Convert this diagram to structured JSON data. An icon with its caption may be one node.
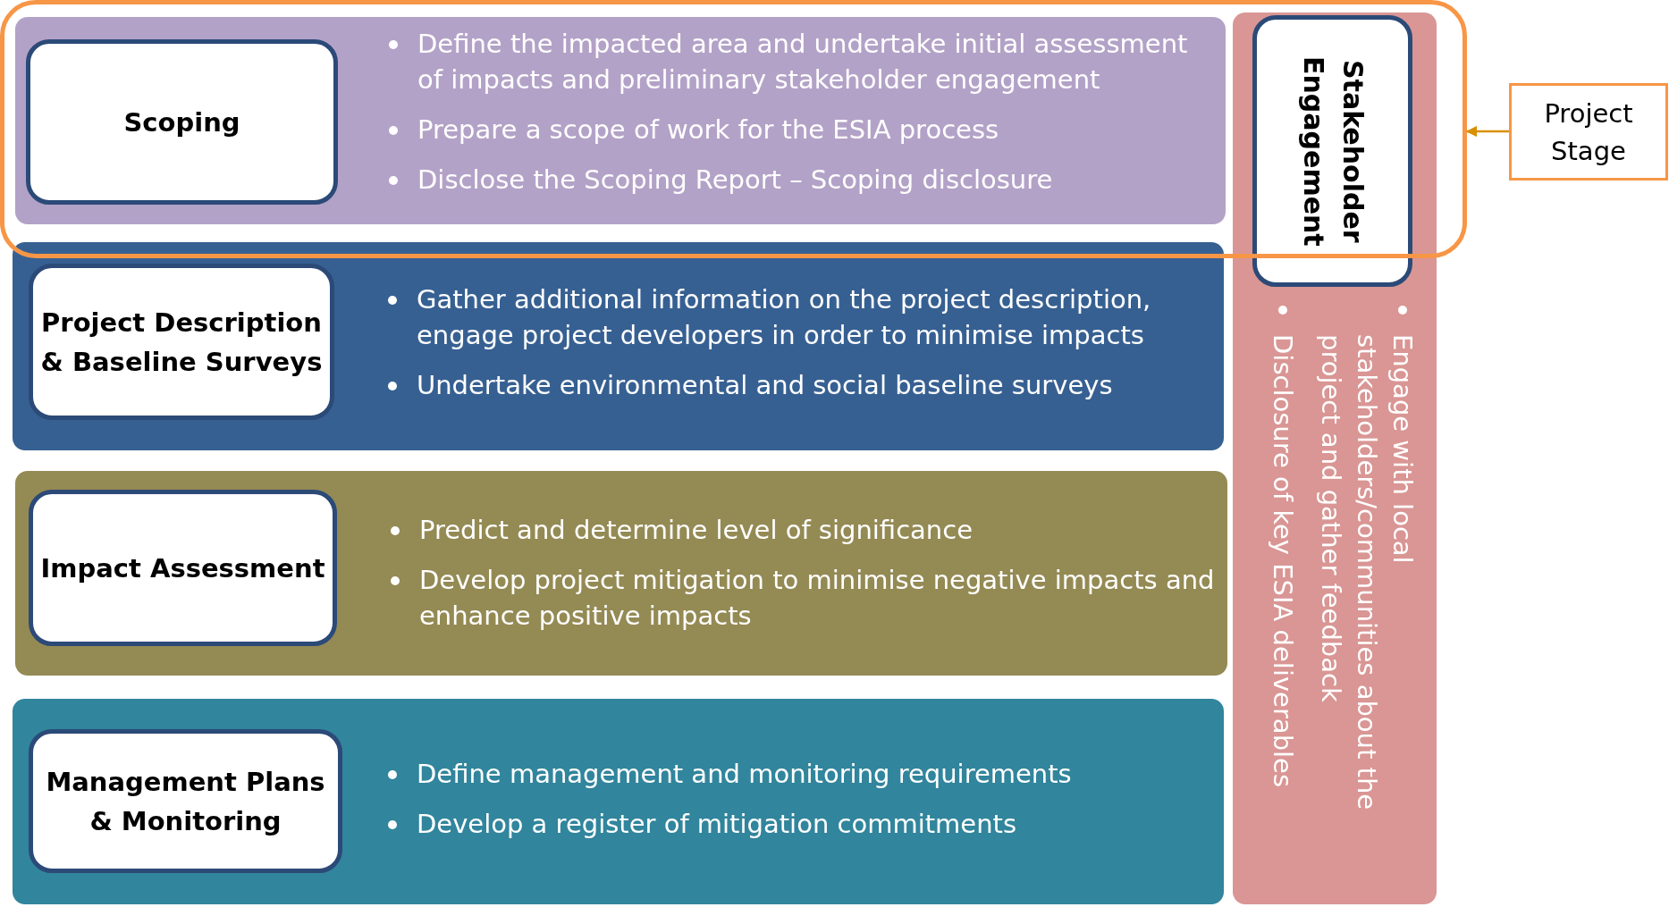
{
  "diagram": {
    "nodes": [
      {
        "text": [],
        "shape": "box"
      },
      {
        "text": [
          "Define the impacted area and undertake initial assessment of impacts and preliminary stakeholder engagement",
          "Prepare a scope of work for the ESIA process",
          "Disclose the Scoping Report – Scoping disclosure"
        ],
        "in": 0
      },
      {
        "text": [
          "Scoping"
        ],
        "in": 1
      },
      {
        "text": [
          "Gather additional information on the project description, engage project developers in order to minimise impacts",
          "Undertake environmental and social baseline surveys"
        ]
      },
      {
        "text": [
          "Project Description & Baseline Surveys"
        ],
        "in": 3
      },
      {
        "text": [
          "Predict and determine level of significance",
          "Develop project mitigation to minimise negative impacts and enhance positive impacts"
        ]
      },
      {
        "text": [
          "Impact Assessment"
        ],
        "in": 5
      },
      {
        "text": [
          "Define management and monitoring requirements",
          "Develop a register of mitigation commitments"
        ]
      },
      {
        "text": [
          "Management Plans & Monitoring"
        ],
        "in": 7
      },
      {
        "text": [
          "Engage with local stakeholders/communities about the project and gather feedback",
          "Disclosure of key ESIA deliverables"
        ]
      },
      {
        "text": [
          "Stakeholder Engagement"
        ],
        "in": 9
      },
      {
        "text": [
          "Project Stage"
        ]
      }
    ],
    "edges": [
      {
        "from": 11,
        "to": 0,
        "arrow": "to"
      }
    ]
  }
}
